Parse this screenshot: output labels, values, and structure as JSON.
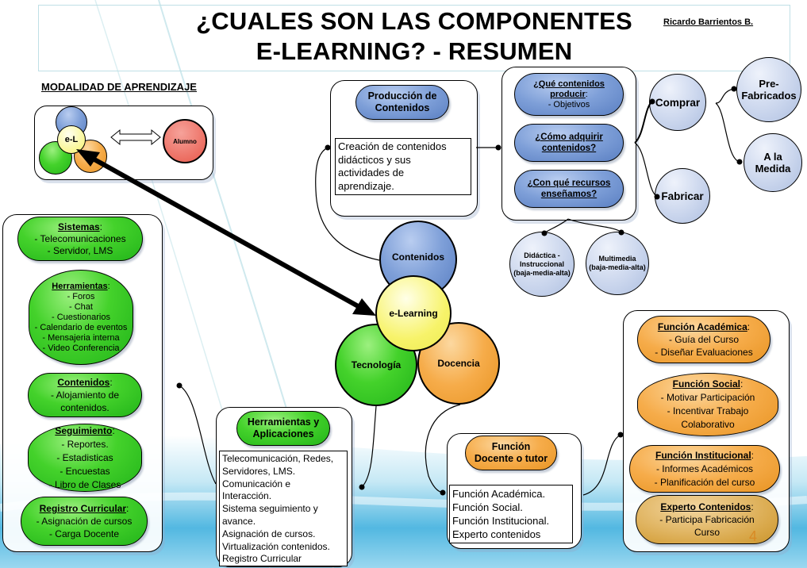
{
  "header": {
    "title_line1": "¿CUALES SON LAS COMPONENTES",
    "title_line2": "E-LEARNING? - RESUMEN",
    "author": "Ricardo Barrientos B."
  },
  "modalidad": {
    "label": "MODALIDAD DE APRENDIZAJE",
    "center": "e-L",
    "student": "Alumno",
    "arrow_icon": "double-arrow-icon"
  },
  "core": {
    "contenidos": "Contenidos",
    "elearning": "e-Learning",
    "tecnologia": "Tecnología",
    "docencia": "Docencia"
  },
  "produccion": {
    "title": "Producción de Contenidos",
    "title_l1": "Producción de",
    "title_l2": "Contenidos",
    "description_lines": [
      "Creación de contenidos",
      "didácticos y sus",
      "actividades de",
      "aprendizaje."
    ]
  },
  "preguntas": [
    {
      "q_l1": "¿Qué contenidos",
      "q_l2": "producir",
      "suffix": ":",
      "detail": "- Objetivos"
    },
    {
      "q_l1": "¿Cómo adquirir",
      "q_l2": "contenidos?"
    },
    {
      "q_l1": "¿Con qué recursos",
      "q_l2": "enseñamos?"
    }
  ],
  "adquisicion": {
    "comprar": "Comprar",
    "fabricar": "Fabricar",
    "prefabricados_l1": "Pre-",
    "prefabricados_l2": "Fabricados",
    "medida_l1": "A la",
    "medida_l2": "Medida"
  },
  "recursos": {
    "didactica_l1": "Didáctica -",
    "didactica_l2": "Instruccional",
    "didactica_l3": "(baja-media-alta)",
    "multimedia_l1": "Multimedia",
    "multimedia_l2": "(baja-media-alta)"
  },
  "tecnologia_items": [
    {
      "title": "Sistemas",
      "lines": [
        "- Telecomunicaciones",
        "- Servidor, LMS"
      ]
    },
    {
      "title": "Herramientas",
      "lines": [
        "- Foros",
        "- Chat",
        "- Cuestionarios",
        "- Calendario de eventos",
        "- Mensajeria interna",
        "- Video Conferencia"
      ]
    },
    {
      "title": "Contenidos",
      "lines": [
        "- Alojamiento de",
        "contenidos."
      ]
    },
    {
      "title": "Seguimiento",
      "lines": [
        "- Reportes.",
        "- Estadisticas",
        "- Encuestas",
        "- Libro de Clases"
      ]
    },
    {
      "title": "Registro Curricular",
      "lines": [
        "- Asignación de cursos",
        "- Carga Docente"
      ]
    }
  ],
  "herramientas": {
    "title_l1": "Herramientas y",
    "title_l2": "Aplicaciones",
    "lines": [
      "Telecomunicación, Redes,",
      "Servidores, LMS.",
      "Comunicación e",
      "Interacción.",
      "Sistema seguimiento y",
      "avance.",
      "Asignación de cursos.",
      "Virtualización contenidos.",
      "Registro Curricular"
    ]
  },
  "funcion_docente": {
    "title_l1": "Función",
    "title_l2": "Docente o tutor",
    "lines": [
      "Función Académica.",
      "Función Social.",
      "Función Institucional.",
      "Experto contenidos"
    ]
  },
  "docencia_items": [
    {
      "title": "Función Académica",
      "lines": [
        "- Guía del Curso",
        "- Diseñar Evaluaciones"
      ]
    },
    {
      "title": "Función Social",
      "lines": [
        "- Motivar Participación",
        "- Incentivar Trabajo",
        "Colaborativo"
      ]
    },
    {
      "title": "Función Institucional",
      "lines": [
        "- Informes Académicos",
        "- Planificación del curso"
      ]
    },
    {
      "title": "Experto Contenidos",
      "lines": [
        "- Participa Fabricación",
        "Curso"
      ]
    }
  ],
  "page_number": "4",
  "colors": {
    "green": "#33c424",
    "orange": "#f5a83c",
    "blue": "#6f92d0",
    "light_blue": "#c8d4ec",
    "red": "#e8584a",
    "yellow": "#fbf870"
  }
}
